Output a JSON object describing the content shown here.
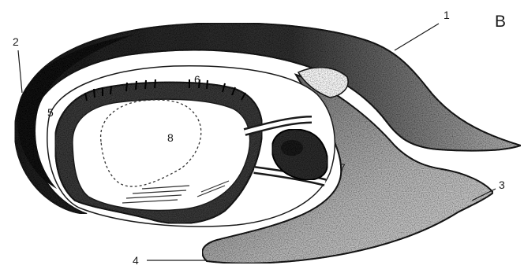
{
  "figure": {
    "panel_letter": "B",
    "labels": [
      "1",
      "2",
      "3",
      "4",
      "5",
      "6",
      "7",
      "8"
    ],
    "colors": {
      "ink": "#1a1a1a",
      "dark_fill": "#2b2b2b",
      "mid_fill": "#5a5a5a",
      "light_fill": "#c9c9c9",
      "paper": "#ffffff"
    }
  }
}
